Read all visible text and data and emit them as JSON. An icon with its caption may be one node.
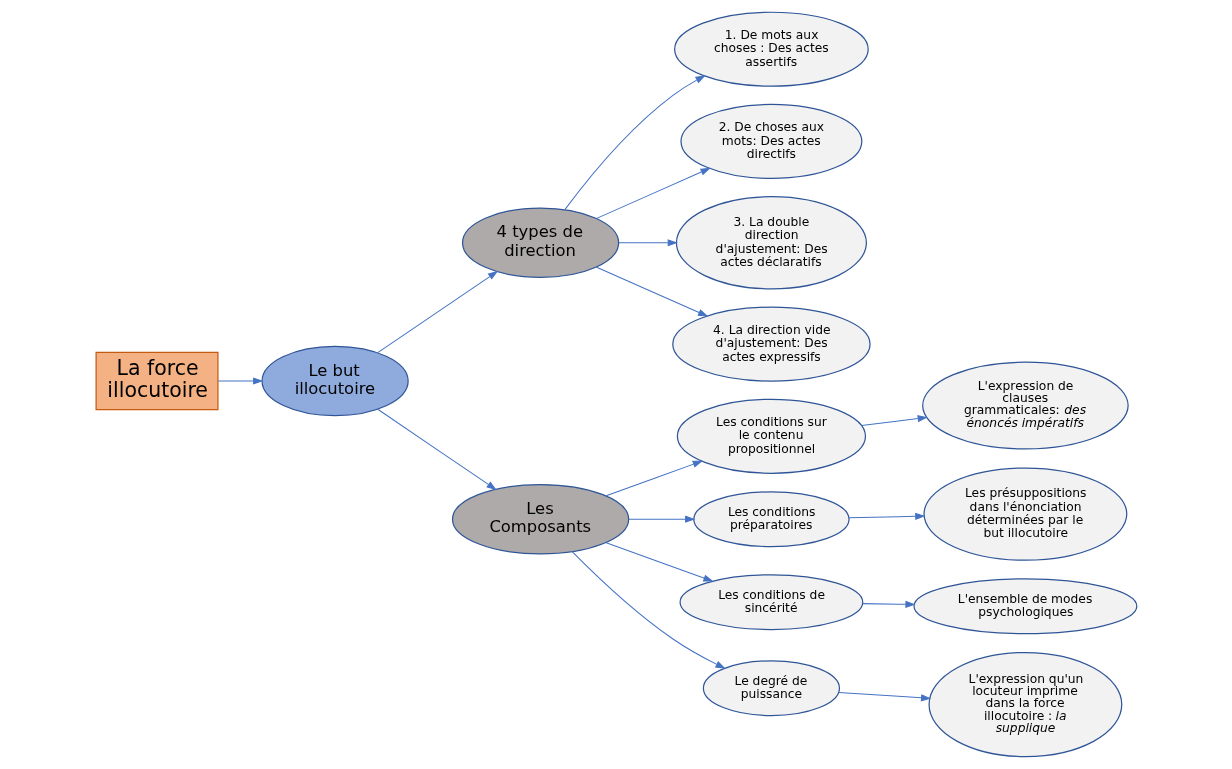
{
  "diagram": {
    "nodes": [
      {
        "text": [
          "La force illocutoire"
        ]
      },
      {
        "text": [
          "Le but illocutoire"
        ]
      },
      {
        "text": [
          "4 types de direction"
        ]
      },
      {
        "text": [
          "1. De mots aux choses : Des actes assertifs"
        ]
      },
      {
        "text": [
          "2. De choses aux mots: Des actes directifs"
        ]
      },
      {
        "text": [
          "3. La double direction d'ajustement: Des actes déclaratifs"
        ]
      },
      {
        "text": [
          "4. La direction vide d'ajustement: Des actes expressifs"
        ]
      },
      {
        "text": [
          "Les Composants"
        ]
      },
      {
        "text": [
          "Les conditions sur le contenu propositionnel"
        ]
      },
      {
        "text": [
          "L'expression de clauses grammaticales: *des énoncés impératifs*"
        ]
      },
      {
        "text": [
          "Les conditions préparatoires"
        ]
      },
      {
        "text": [
          "Les présuppositions dans l'énonciation déterminées par le but illocutoire"
        ]
      },
      {
        "text": [
          "Les conditions de sincérité"
        ]
      },
      {
        "text": [
          "L'ensemble de modes psychologiques"
        ]
      },
      {
        "text": [
          "Le degré de puissance"
        ]
      },
      {
        "text": [
          "L'expression qu'un locuteur imprime dans la force illocutoire : *la supplique*"
        ]
      }
    ],
    "edges": [
      {
        "from": 0,
        "to": 1,
        "arrow": "to"
      },
      {
        "from": 1,
        "to": 2,
        "arrow": "to"
      },
      {
        "from": 2,
        "to": 3,
        "arrow": "to"
      },
      {
        "from": 2,
        "to": 4,
        "arrow": "to"
      },
      {
        "from": 2,
        "to": 5,
        "arrow": "to"
      },
      {
        "from": 2,
        "to": 6,
        "arrow": "to"
      },
      {
        "from": 1,
        "to": 7,
        "arrow": "to"
      },
      {
        "from": 7,
        "to": 8,
        "arrow": "to"
      },
      {
        "from": 7,
        "to": 10,
        "arrow": "to"
      },
      {
        "from": 7,
        "to": 12,
        "arrow": "to"
      },
      {
        "from": 7,
        "to": 14,
        "arrow": "to"
      },
      {
        "from": 8,
        "to": 9,
        "arrow": "to"
      },
      {
        "from": 10,
        "to": 11,
        "arrow": "to"
      },
      {
        "from": 12,
        "to": 13,
        "arrow": "to"
      },
      {
        "from": 14,
        "to": 15,
        "arrow": "to"
      }
    ]
  }
}
